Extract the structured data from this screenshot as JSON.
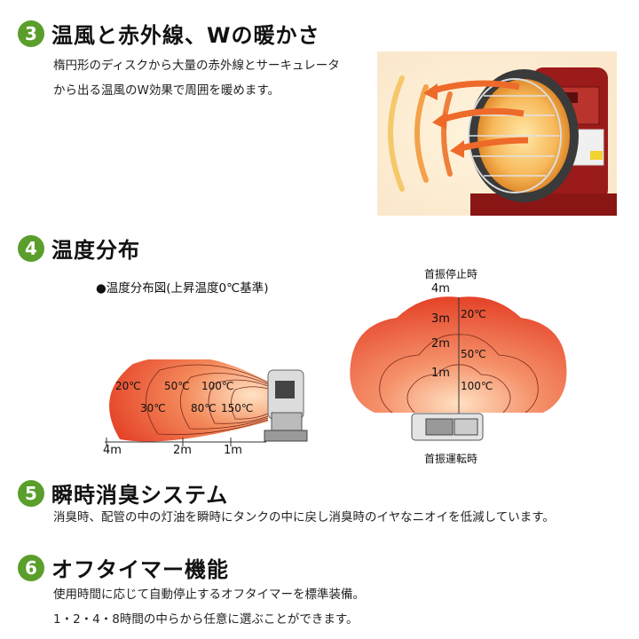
{
  "sections": [
    {
      "num": "3",
      "title": "温風と赤外線、Wの暖かさ",
      "lines": [
        "楕円形のディスクから大量の赤外線とサーキュレータ",
        "から出る温風のW効果で周囲を暖めます。"
      ]
    },
    {
      "num": "4",
      "title": "温度分布"
    },
    {
      "num": "5",
      "title": "瞬時消臭システム",
      "lines": [
        "消臭時、配管の中の灯油を瞬時にタンクの中に戻し消臭時のイヤなニオイを低減しています。"
      ]
    },
    {
      "num": "6",
      "title": "オフタイマー機能",
      "lines": [
        "使用時間に応じて自動停止するオフタイマーを標準装備。",
        "1・2・4・8時間の中らから任意に選ぶことができます。"
      ]
    }
  ],
  "diagram": {
    "caption": "●温度分布図(上昇温度0℃基準)",
    "side": {
      "temps": [
        "20℃",
        "50℃",
        "100℃",
        "30℃",
        "80℃",
        "150℃"
      ],
      "distances": [
        "4m",
        "2m",
        "1m"
      ]
    },
    "top": {
      "label_stop": "首振停止時",
      "label_swing": "首振運転時",
      "heights": [
        "4m",
        "3m",
        "2m",
        "1m"
      ],
      "temps": [
        "20℃",
        "50℃",
        "100℃"
      ]
    }
  },
  "colors": {
    "accent_green": "#5a9e2c",
    "heater_red": "#9b1a1a",
    "heat_orange": "#f06a3a"
  }
}
